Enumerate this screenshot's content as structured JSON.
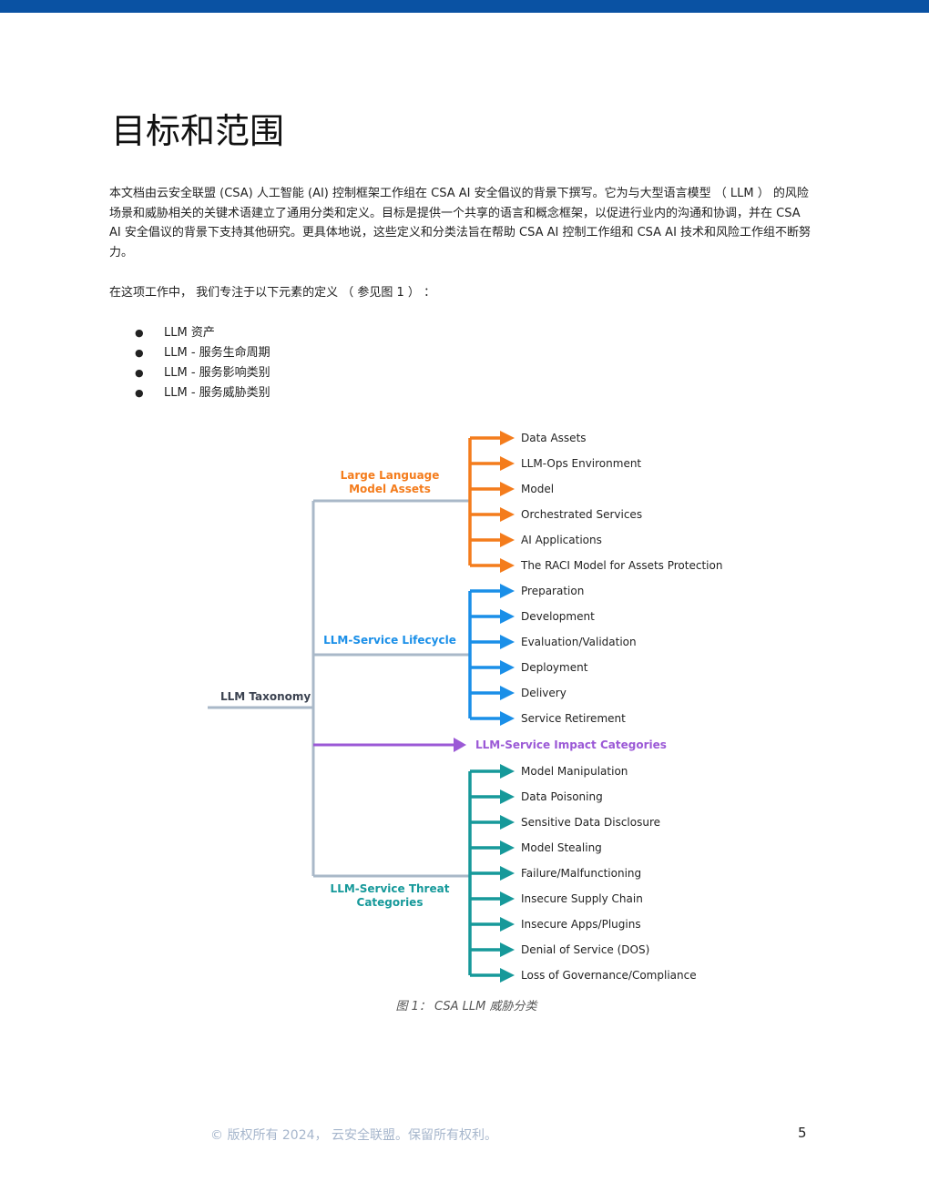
{
  "heading": "目标和范围",
  "intro_paragraph": "本文档由云安全联盟 (CSA) 人工智能 (AI) 控制框架工作组在 CSA AI 安全倡议的背景下撰写。它为与大型语言模型 （ LLM ） 的风险场景和威胁相关的关键术语建立了通用分类和定义。目标是提供一个共享的语言和概念框架，以促进行业内的沟通和协调，并在 CSA AI 安全倡议的背景下支持其他研究。更具体地说，这些定义和分类法旨在帮助 CSA AI 控制工作组和 CSA AI 技术和风险工作组不断努力。",
  "lead_sentence": "在这项工作中， 我们专注于以下元素的定义 （ 参见图 1 ） ：",
  "bullet_glyph": "●",
  "bullets": [
    "LLM 资产",
    "LLM - 服务生命周期",
    "LLM - 服务影响类别",
    "LLM - 服务威胁类别"
  ],
  "diagram": {
    "root": "LLM Taxonomy",
    "colors": {
      "trunk": "#a9b8c8",
      "assets": "#f47c1c",
      "lifecycle": "#1a8fe8",
      "impact": "#9b59d6",
      "threat": "#16999a"
    },
    "branches": [
      {
        "key": "assets",
        "label_lines": [
          "Large Language",
          "Model Assets"
        ],
        "items": [
          "Data Assets",
          "LLM-Ops Environment",
          "Model",
          "Orchestrated Services",
          "AI Applications",
          "The RACI Model for Assets Protection"
        ]
      },
      {
        "key": "lifecycle",
        "label_lines": [
          "LLM-Service Lifecycle"
        ],
        "items": [
          "Preparation",
          "Development",
          "Evaluation/Validation",
          "Deployment",
          "Delivery",
          "Service Retirement"
        ]
      },
      {
        "key": "impact",
        "label_lines": [
          "LLM-Service Impact Categories"
        ],
        "items": []
      },
      {
        "key": "threat",
        "label_lines": [
          "LLM-Service Threat",
          "Categories"
        ],
        "items": [
          "Model Manipulation",
          "Data Poisoning",
          "Sensitive Data Disclosure",
          "Model Stealing",
          "Failure/Malfunctioning",
          "Insecure Supply Chain",
          "Insecure Apps/Plugins",
          "Denial of Service (DOS)",
          "Loss of Governance/Compliance"
        ]
      }
    ]
  },
  "caption": "图 1： CSA LLM 威胁分类",
  "footer": "© 版权所有 2024， 云安全联盟。保留所有权利。",
  "page_number": "5"
}
